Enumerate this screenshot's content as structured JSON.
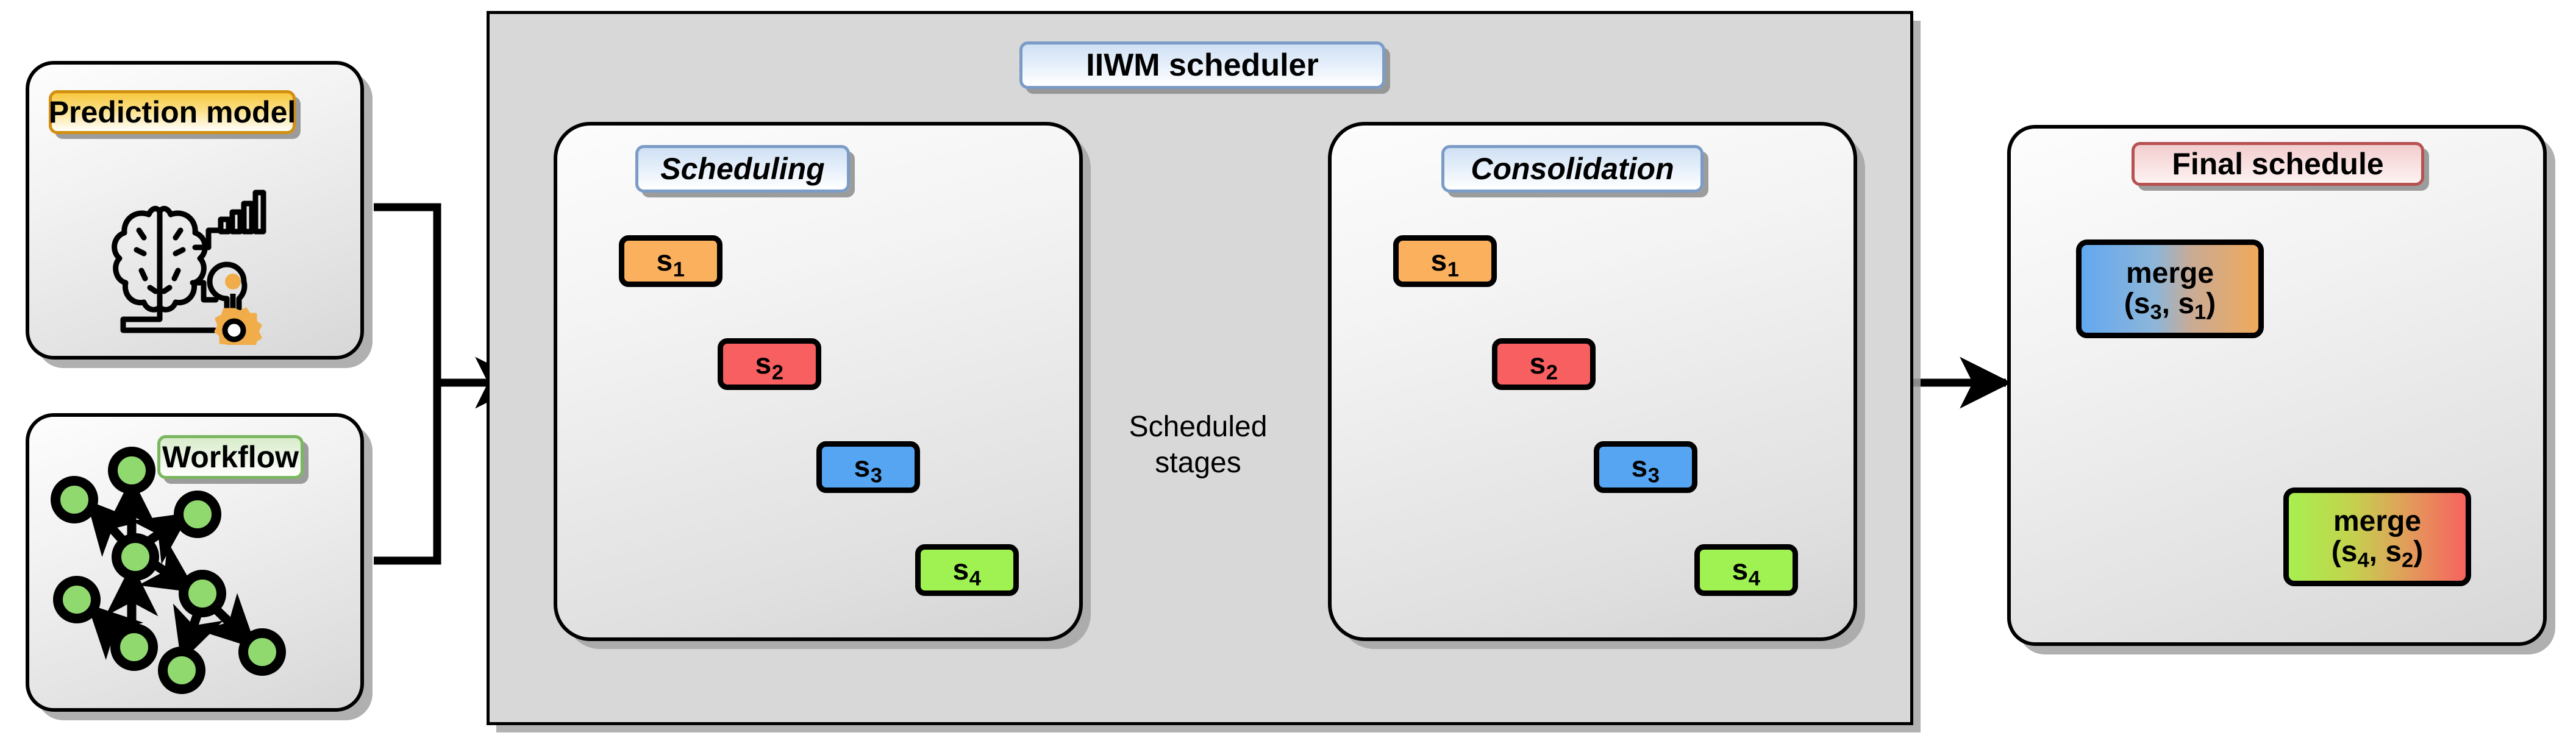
{
  "figure": {
    "title": "IIWM scheduler pipeline diagram",
    "type": "flow-diagram"
  },
  "inputs": {
    "prediction_model": {
      "label": "Prediction model",
      "label_color": "#d38f10",
      "icon": "brain-chart-bulb-gear-icon",
      "accent": "#f0ad4a"
    },
    "workflow": {
      "label": "Workflow",
      "label_color": "#7bb661",
      "icon": "dag-graph-icon",
      "node_color": "#8fd96f"
    }
  },
  "scheduler": {
    "label": "IIWM scheduler",
    "label_color": "#7a9cc6",
    "background": "#d8d8d8",
    "panels": [
      {
        "key": "scheduling",
        "label": "Scheduling",
        "stages": [
          {
            "id": "s1",
            "text": "s",
            "sub": "1",
            "color": "#fbb05e",
            "class": "s-orange"
          },
          {
            "id": "s2",
            "text": "s",
            "sub": "2",
            "color": "#f85f60",
            "class": "s-red"
          },
          {
            "id": "s3",
            "text": "s",
            "sub": "3",
            "color": "#56a5f2",
            "class": "s-blue"
          },
          {
            "id": "s4",
            "text": "s",
            "sub": "4",
            "color": "#a0f252",
            "class": "s-green"
          }
        ],
        "edges": [
          {
            "from": "s1",
            "to": "s2",
            "style": "curved-solid-arrow"
          },
          {
            "from": "s2",
            "to": "s3",
            "style": "curved-solid-arrow"
          },
          {
            "from": "s3",
            "to": "s4",
            "style": "curved-solid-arrow"
          }
        ]
      },
      {
        "key": "consolidation",
        "label": "Consolidation",
        "stages": [
          {
            "id": "s1",
            "text": "s",
            "sub": "1",
            "color": "#fbb05e",
            "class": "s-orange"
          },
          {
            "id": "s2",
            "text": "s",
            "sub": "2",
            "color": "#f85f60",
            "class": "s-red"
          },
          {
            "id": "s3",
            "text": "s",
            "sub": "3",
            "color": "#56a5f2",
            "class": "s-blue"
          },
          {
            "id": "s4",
            "text": "s",
            "sub": "4",
            "color": "#a0f252",
            "class": "s-green"
          }
        ],
        "edges": [
          {
            "from": "s1",
            "to": "s2",
            "style": "curved-solid-arrow"
          },
          {
            "from": "s2",
            "to": "s3",
            "style": "curved-solid-arrow"
          },
          {
            "from": "s3",
            "to": "s4",
            "style": "curved-solid-arrow"
          },
          {
            "from": "s1",
            "to": "s3",
            "style": "orthogonal-hollow-arrow"
          },
          {
            "from": "s2",
            "to": "s4",
            "style": "orthogonal-hollow-arrow"
          }
        ]
      }
    ],
    "between_panels_label": "Scheduled\nstages",
    "between_panels_label_line1": "Scheduled",
    "between_panels_label_line2": "stages"
  },
  "output": {
    "label": "Final schedule",
    "label_color": "#b65252",
    "merges": [
      {
        "id": "merge_s3_s1",
        "title": "merge",
        "args_open": "(",
        "arg1": "s",
        "arg1_sub": "3",
        "sep": ", ",
        "arg2": "s",
        "arg2_sub": "1",
        "args_close": ")",
        "gradient_from": "#62a8f0",
        "gradient_to": "#efa95b"
      },
      {
        "id": "merge_s4_s2",
        "title": "merge",
        "args_open": "(",
        "arg1": "s",
        "arg1_sub": "4",
        "sep": ", ",
        "arg2": "s",
        "arg2_sub": "2",
        "args_close": ")",
        "gradient_from": "#a7ef4f",
        "gradient_to": "#f6635f"
      }
    ],
    "edges": [
      {
        "from": "merge_s3_s1",
        "to": "merge_s4_s2",
        "style": "curved-solid-arrow"
      }
    ]
  },
  "connectors": [
    {
      "from": "prediction_model",
      "to": "scheduler",
      "style": "orthogonal-bus-arrow"
    },
    {
      "from": "workflow",
      "to": "scheduler",
      "style": "orthogonal-bus-arrow"
    },
    {
      "from": "scheduling",
      "to": "consolidation",
      "style": "straight-arrow",
      "label": "Scheduled stages"
    },
    {
      "from": "consolidation",
      "to": "output",
      "style": "straight-arrow"
    }
  ]
}
